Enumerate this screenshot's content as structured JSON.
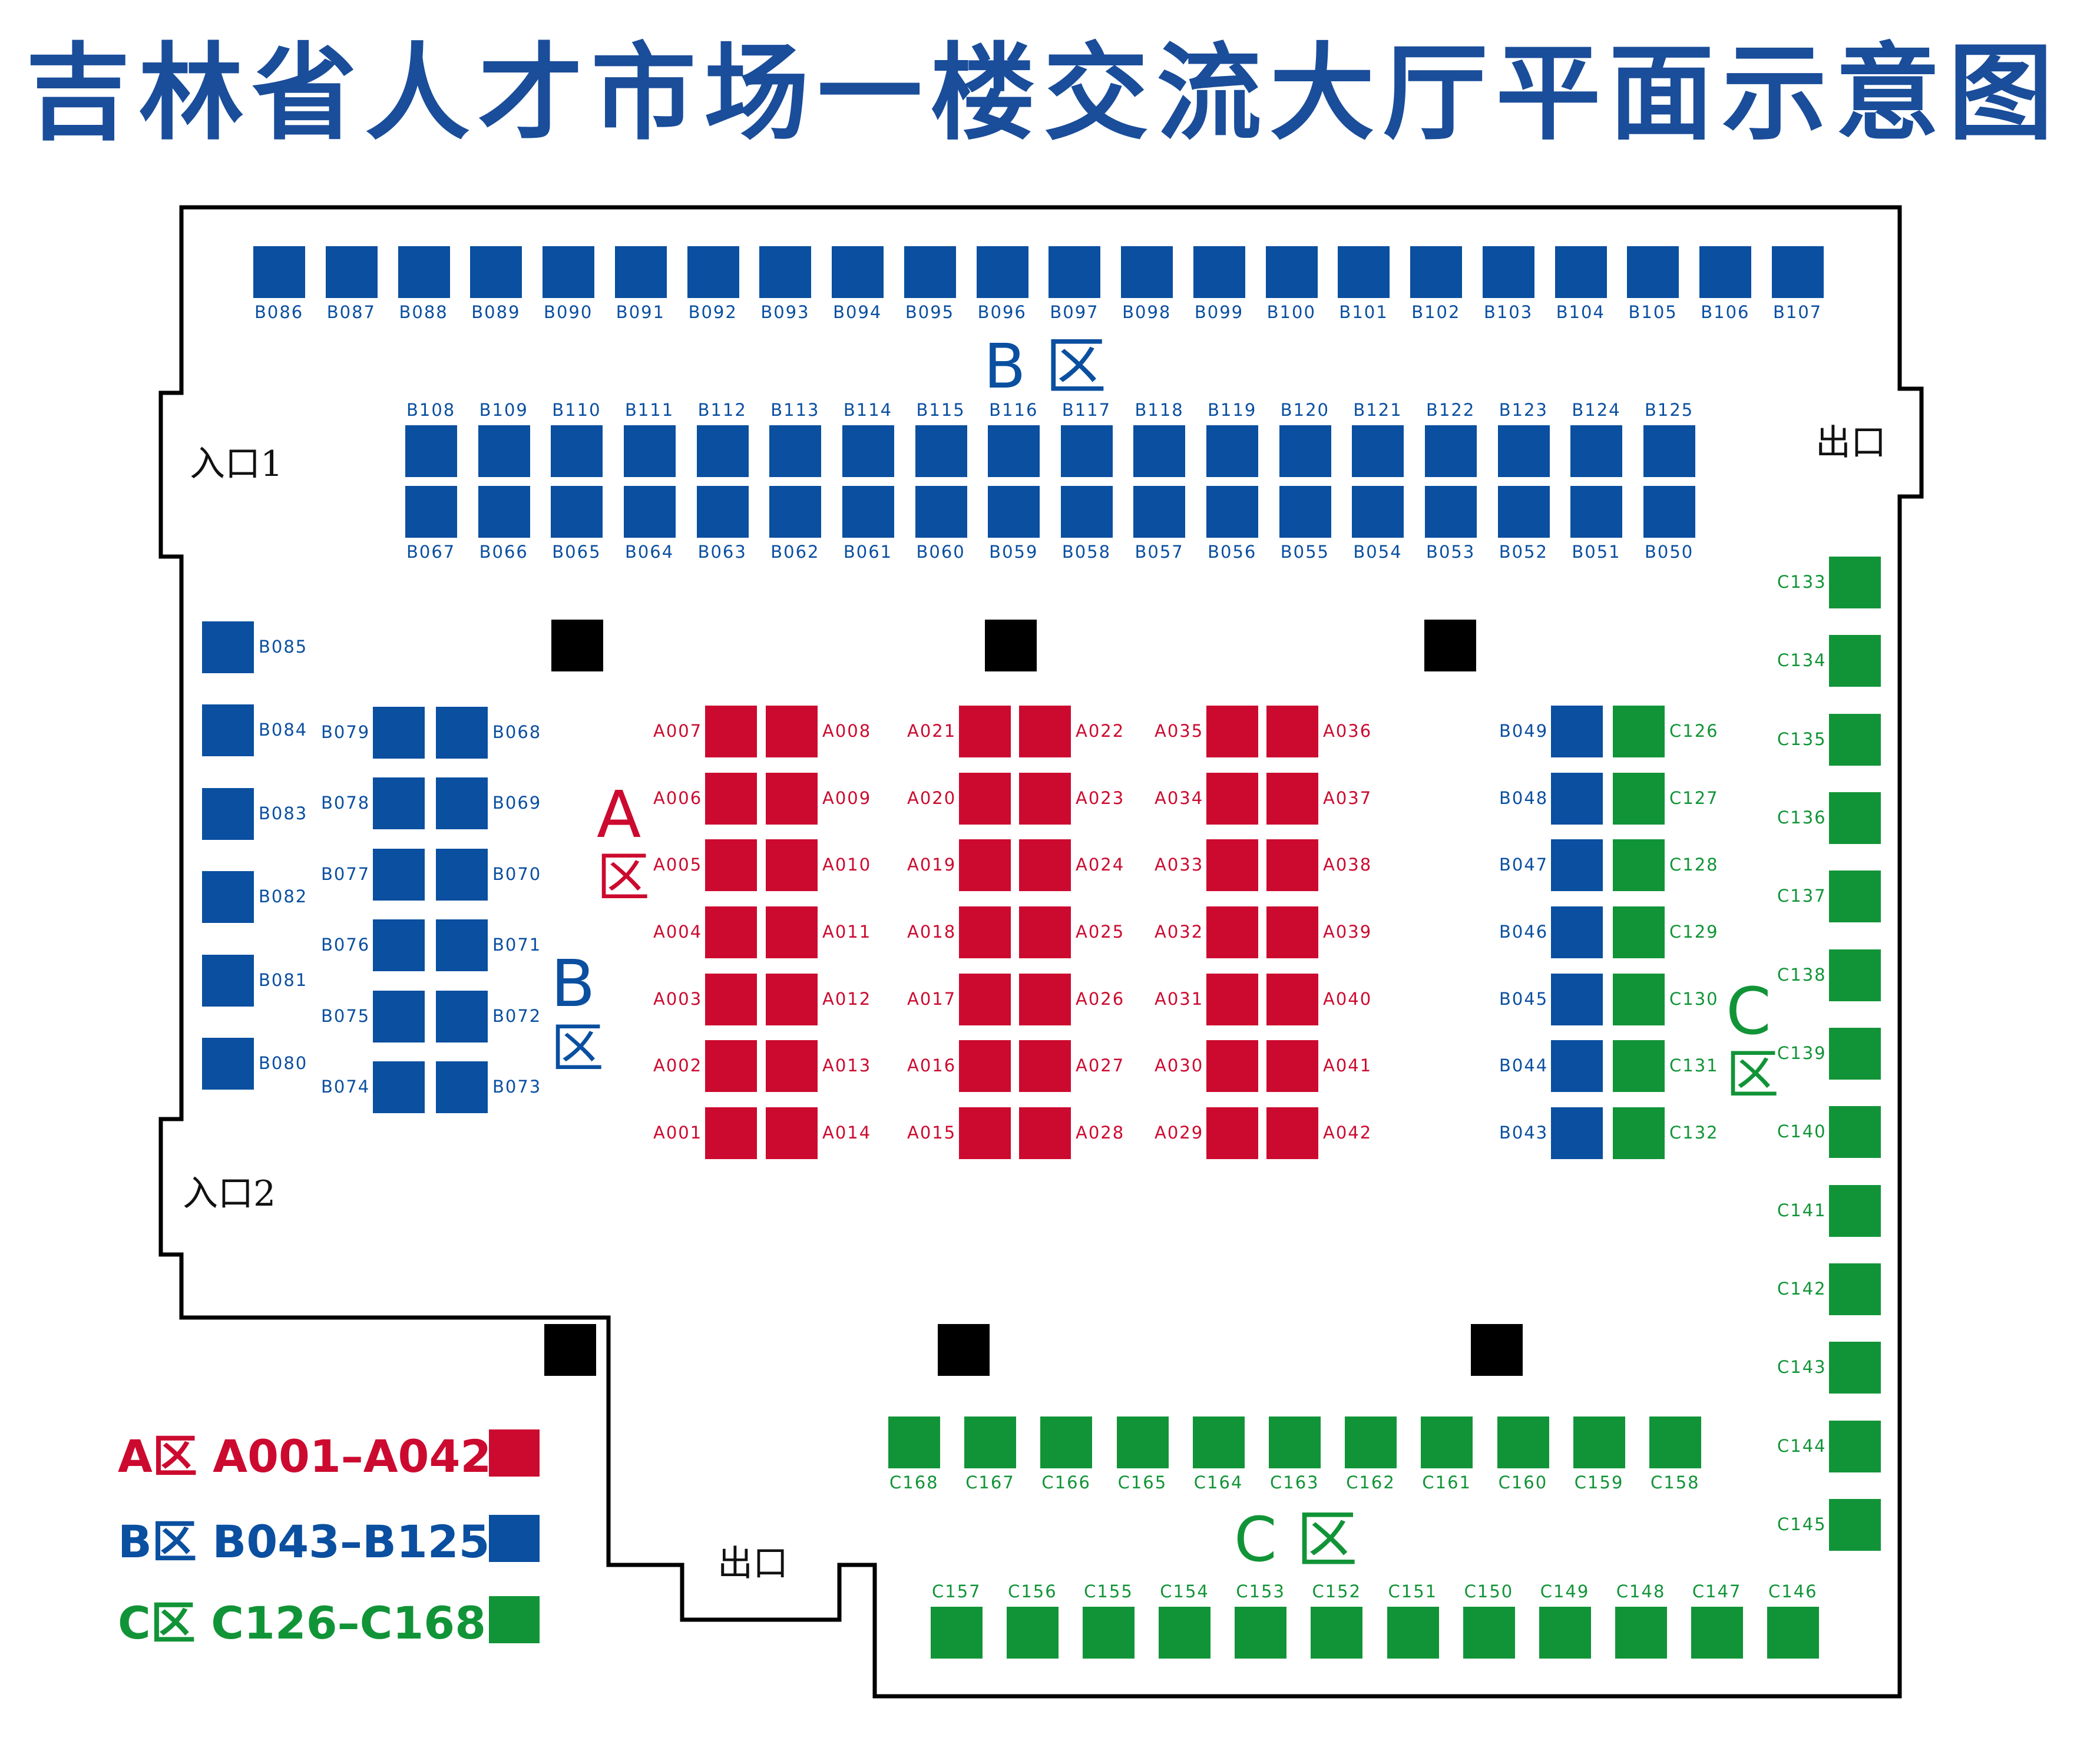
{
  "title": "吉林省人才市场一楼交流大厅平面示意图",
  "colors": {
    "title": "#1a4d9a",
    "A": "#cc0a2f",
    "B": "#0a4fa0",
    "C": "#119437",
    "pillar": "#000000",
    "wall": "#000000"
  },
  "gates": {
    "entrance1": "入口1",
    "entrance2": "入口2",
    "exit_right": "出口",
    "exit_bottom": "出口"
  },
  "zones": {
    "A": {
      "letter": "A",
      "char": "区"
    },
    "B": {
      "letter": "B",
      "char": "区",
      "top_label": "B 区"
    },
    "C": {
      "letter": "C",
      "char": "区",
      "bottom_label": "C 区"
    }
  },
  "legend": [
    {
      "zone": "A",
      "text": "A区 A001–A042"
    },
    {
      "zone": "B",
      "text": "B区 B043–B125"
    },
    {
      "zone": "C",
      "text": "C区 C126–C168"
    }
  ],
  "booths": {
    "B_top_row": [
      "B086",
      "B087",
      "B088",
      "B089",
      "B090",
      "B091",
      "B092",
      "B093",
      "B094",
      "B095",
      "B096",
      "B097",
      "B098",
      "B099",
      "B100",
      "B101",
      "B102",
      "B103",
      "B104",
      "B105",
      "B106",
      "B107"
    ],
    "B_upper_block": [
      "B108",
      "B109",
      "B110",
      "B111",
      "B112",
      "B113",
      "B114",
      "B115",
      "B116",
      "B117",
      "B118",
      "B119",
      "B120",
      "B121",
      "B122",
      "B123",
      "B124",
      "B125"
    ],
    "B_lower_block": [
      "B067",
      "B066",
      "B065",
      "B064",
      "B063",
      "B062",
      "B061",
      "B060",
      "B059",
      "B058",
      "B057",
      "B056",
      "B055",
      "B054",
      "B053",
      "B052",
      "B051",
      "B050"
    ],
    "B_left_column": [
      "B085",
      "B084",
      "B083",
      "B082",
      "B081",
      "B080"
    ],
    "B_left_block_left": [
      "B079",
      "B078",
      "B077",
      "B076",
      "B075",
      "B074"
    ],
    "B_left_block_right": [
      "B068",
      "B069",
      "B070",
      "B071",
      "B072",
      "B073"
    ],
    "A_col1": [
      "A007",
      "A006",
      "A005",
      "A004",
      "A003",
      "A002",
      "A001"
    ],
    "A_col2": [
      "A008",
      "A009",
      "A010",
      "A011",
      "A012",
      "A013",
      "A014"
    ],
    "A_col3": [
      "A021",
      "A020",
      "A019",
      "A018",
      "A017",
      "A016",
      "A015"
    ],
    "A_col4": [
      "A022",
      "A023",
      "A024",
      "A025",
      "A026",
      "A027",
      "A028"
    ],
    "A_col5": [
      "A035",
      "A034",
      "A033",
      "A032",
      "A031",
      "A030",
      "A029"
    ],
    "A_col6": [
      "A036",
      "A037",
      "A038",
      "A039",
      "A040",
      "A041",
      "A042"
    ],
    "B_right_column": [
      "B049",
      "B048",
      "B047",
      "B046",
      "B045",
      "B044",
      "B043"
    ],
    "C_inner_column": [
      "C126",
      "C127",
      "C128",
      "C129",
      "C130",
      "C131",
      "C132"
    ],
    "C_right_column": [
      "C133",
      "C134",
      "C135",
      "C136",
      "C137",
      "C138",
      "C139",
      "C140",
      "C141",
      "C142",
      "C143",
      "C144",
      "C145"
    ],
    "C_upper_row": [
      "C168",
      "C167",
      "C166",
      "C165",
      "C164",
      "C163",
      "C162",
      "C161",
      "C160",
      "C159",
      "C158"
    ],
    "C_lower_row": [
      "C157",
      "C156",
      "C155",
      "C154",
      "C153",
      "C152",
      "C151",
      "C150",
      "C149",
      "C148",
      "C147",
      "C146"
    ]
  }
}
